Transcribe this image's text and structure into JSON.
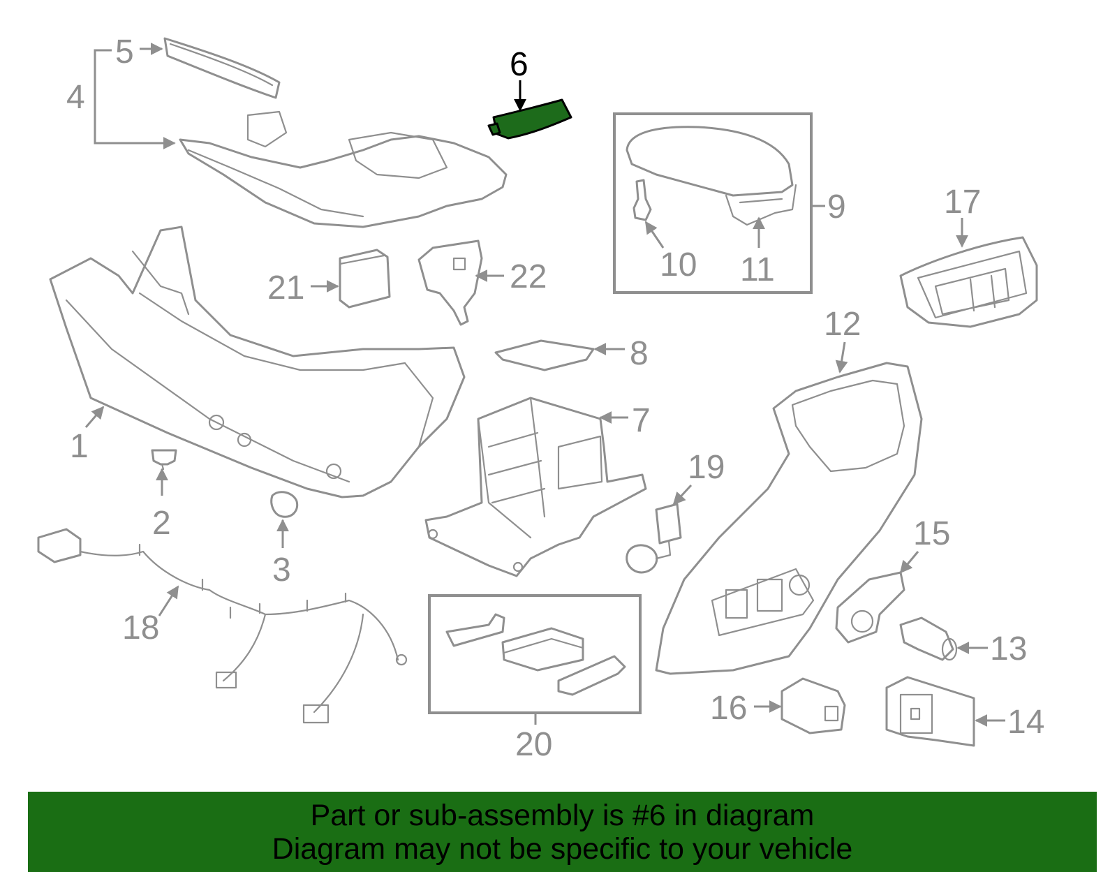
{
  "diagram": {
    "highlight_color": "#1d6b1b",
    "callouts": [
      "1",
      "2",
      "3",
      "4",
      "5",
      "6",
      "7",
      "8",
      "9",
      "10",
      "11",
      "12",
      "13",
      "14",
      "15",
      "16",
      "17",
      "18",
      "19",
      "20",
      "21",
      "22"
    ]
  },
  "banner": {
    "line1": "Part or sub-assembly is #6 in diagram",
    "line2": "Diagram may not be specific to your vehicle",
    "background": "#1a6e14"
  }
}
